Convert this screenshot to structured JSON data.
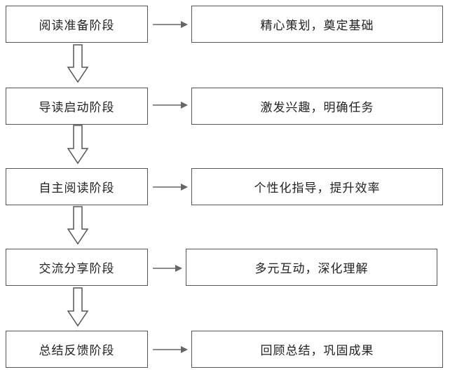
{
  "stages": [
    {
      "stage": "阅读准备阶段",
      "result": "精心策划，奠定基础"
    },
    {
      "stage": "导读启动阶段",
      "result": "激发兴趣，明确任务"
    },
    {
      "stage": "自主阅读阶段",
      "result": "个性化指导，提升效率"
    },
    {
      "stage": "交流分享阶段",
      "result": "多元互动，深化理解"
    },
    {
      "stage": "总结反馈阶段",
      "result": "回顾总结，巩固成果"
    }
  ],
  "colors": {
    "border": "#555555",
    "arrow": "#666666",
    "text": "#222222",
    "background": "#ffffff"
  }
}
